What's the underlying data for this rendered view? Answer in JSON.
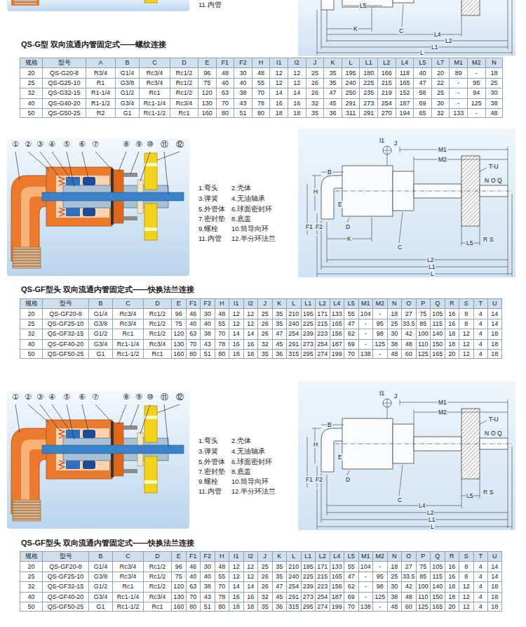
{
  "diagram": {
    "labels": [
      "11.内管",
      "L5",
      "K",
      "C",
      "L4",
      "L2",
      "L1",
      "L",
      "QS-G型 双向流通内管固定式——螺纹连接",
      "规格",
      "型号",
      "A",
      "B",
      "C",
      "D",
      "E",
      "F1",
      "F2",
      "H",
      "I1",
      "I2",
      "J",
      "K",
      "L",
      "L1",
      "L2",
      "L4",
      "L5",
      "L7",
      "M1",
      "M2",
      "N",
      "20",
      "QS-G20-8",
      "R3/4",
      "G1/4",
      "Rc3/4",
      "Rc1/2",
      "96",
      "48",
      "30",
      "48",
      "12",
      "12",
      "25",
      "35",
      "195",
      "180",
      "166",
      "118",
      "40",
      "20",
      "89",
      "-",
      "18",
      "25",
      "QS-G25-10",
      "R1",
      "G3/8",
      "Rc3/4",
      "Rc1/2",
      "75",
      "40",
      "40",
      "55",
      "12",
      "12",
      "26",
      "35",
      "240",
      "225",
      "215",
      "165",
      "47",
      "22",
      "-",
      "95",
      "25",
      "32",
      "QS-G32-15",
      "R1-1/4",
      "G1/2",
      "Rc1",
      "Rc1/2",
      "120",
      "63",
      "38",
      "70",
      "14",
      "14",
      "26",
      "47",
      "250",
      "235",
      "219",
      "152",
      "58",
      "25",
      "-",
      "94",
      "30",
      "40",
      "QS-G40-20",
      "R1-1/2",
      "G3/4",
      "Rc1-1/4",
      "Rc3/4",
      "130",
      "70",
      "43",
      "78",
      "16",
      "16",
      "32",
      "45",
      "291",
      "273",
      "254",
      "187",
      "69",
      "30",
      "-",
      "125",
      "38",
      "50",
      "QS-G50-25",
      "R2",
      "G1",
      "Rc1-1/2",
      "Rc1",
      "160",
      "80",
      "51",
      "80",
      "18",
      "18",
      "35",
      "36",
      "311",
      "291",
      "270",
      "194",
      "65",
      "32",
      "133",
      "-",
      "48",
      "①",
      "②",
      "③",
      "④",
      "⑤",
      "⑥",
      "⑦",
      "⑧",
      "⑨",
      "⑩",
      "⑪",
      "⑫",
      "1.弯头",
      "2.壳体",
      "3.弹簧",
      "4.无油轴承",
      "5.外管体",
      "6.球面密封环",
      "7.密封垫",
      "8.底盖",
      "9.螺栓",
      "10.筒导向环",
      "11.内管",
      "12.半分环法兰",
      "I1",
      "J",
      "M1",
      "M2",
      "T-U",
      "H",
      "B",
      "E",
      "F1",
      "F2",
      "N",
      "O",
      "Q",
      "D",
      "K",
      "C",
      "L5",
      "R",
      "S",
      "L2",
      "L1",
      "L",
      "QS-GF型头 双向流通内管固定式——快换法兰连接",
      "规格",
      "型号",
      "B",
      "C",
      "D",
      "E",
      "F1",
      "F2",
      "H",
      "I1",
      "I2",
      "J",
      "K",
      "L",
      "L1",
      "L2",
      "L4",
      "L5",
      "M1",
      "M2",
      "N",
      "O",
      "P",
      "Q",
      "R",
      "S",
      "T",
      "U",
      "20",
      "QS-GF20-8",
      "G1/4",
      "Rc3/4",
      "Rc1/2",
      "96",
      "46",
      "30",
      "48",
      "12",
      "12",
      "25",
      "35",
      "210",
      "195",
      "171",
      "133",
      "55",
      "104",
      "-",
      "18",
      "27",
      "75",
      "105",
      "16",
      "8",
      "4",
      "14",
      "25",
      "QS-GF25-10",
      "G3/8",
      "Rc3/4",
      "Rc1/2",
      "75",
      "40",
      "40",
      "55",
      "12",
      "12",
      "26",
      "35",
      "240",
      "225",
      "215",
      "165",
      "47",
      "-",
      "95",
      "25",
      "33.5",
      "85",
      "115",
      "16",
      "8",
      "4",
      "14",
      "32",
      "QS-GF32-15",
      "G1/2",
      "Rc1",
      "Rc1/2",
      "120",
      "63",
      "38",
      "70",
      "14",
      "14",
      "26",
      "47",
      "254",
      "239",
      "223",
      "156",
      "62",
      "-",
      "98",
      "30",
      "42",
      "100",
      "140",
      "18",
      "12",
      "4",
      "18",
      "40",
      "QS-GF40-20",
      "G3/4",
      "Rc1-1/4",
      "Rc3/4",
      "130",
      "70",
      "43",
      "78",
      "16",
      "16",
      "32",
      "45",
      "291",
      "273",
      "254",
      "187",
      "69",
      "-",
      "125",
      "38",
      "48",
      "110",
      "150",
      "18",
      "12",
      "4",
      "18",
      "50",
      "QS-GF50-25",
      "G1",
      "Rc1-1/2",
      "Rc1",
      "160",
      "80",
      "51",
      "80",
      "18",
      "18",
      "35",
      "36",
      "315",
      "295",
      "274",
      "199",
      "70",
      "138",
      "-",
      "48",
      "60",
      "125",
      "165",
      "20",
      "12",
      "4",
      "18",
      "①",
      "②",
      "③",
      "④",
      "⑤",
      "⑥",
      "⑦",
      "⑧",
      "⑨",
      "⑩",
      "⑪",
      "⑫",
      "1.弯头",
      "2.壳体",
      "3.弹簧",
      "4.无油轴承",
      "5.外管体",
      "6.球面密封环",
      "7.密封垫",
      "8.底盖",
      "9.螺栓",
      "10.筒导向环",
      "11.内管",
      "12.半分环法兰",
      "I1",
      "J",
      "M1",
      "M2",
      "T-U",
      "H",
      "B",
      "E",
      "F1",
      "F2",
      "N",
      "O",
      "Q",
      "D",
      "C",
      "L4",
      "L5",
      "R",
      "S",
      "L2",
      "L1",
      "L",
      "QS-GF型头 双向流通内管固定式——快换法兰连接",
      "规格",
      "型号",
      "B",
      "C",
      "D",
      "E",
      "F1",
      "F2",
      "H",
      "I1",
      "I2",
      "J",
      "K",
      "L",
      "L1",
      "L2",
      "L4",
      "L5",
      "M1",
      "M2",
      "N",
      "O",
      "P",
      "Q",
      "R",
      "S",
      "T",
      "U",
      "20",
      "QS-GF20-8",
      "G1/4",
      "Rc3/4",
      "Rc1/2",
      "96",
      "46",
      "30",
      "48",
      "12",
      "12",
      "25",
      "35",
      "210",
      "195",
      "171",
      "133",
      "55",
      "104",
      "-",
      "18",
      "27",
      "75",
      "105",
      "16",
      "8",
      "4",
      "14",
      "25",
      "QS-GF25-10",
      "G3/8",
      "Rc3/4",
      "Rc1/2",
      "75",
      "40",
      "40",
      "55",
      "12",
      "12",
      "26",
      "35",
      "240",
      "225",
      "215",
      "165",
      "47",
      "-",
      "95",
      "25",
      "33.5",
      "85",
      "115",
      "16",
      "8",
      "4",
      "14",
      "32",
      "QS-GF32-15",
      "G1/2",
      "Rc1",
      "Rc1/2",
      "120",
      "63",
      "38",
      "70",
      "14",
      "14",
      "26",
      "47",
      "254",
      "239",
      "223",
      "156",
      "62",
      "-",
      "98",
      "30",
      "42",
      "100",
      "140",
      "18",
      "12",
      "4",
      "18",
      "40",
      "QS-GF40-20",
      "G3/4",
      "Rc1-1/4",
      "Rc3/4",
      "130",
      "70",
      "43",
      "78",
      "16",
      "16",
      "32",
      "45",
      "291",
      "273",
      "254",
      "187",
      "69",
      "-",
      "125",
      "38",
      "48",
      "110",
      "150",
      "18",
      "12",
      "4",
      "18",
      "50",
      "QS-GF50-25",
      "G1",
      "Rc1-1/2",
      "Rc1",
      "160",
      "80",
      "51",
      "80",
      "18",
      "18",
      "35",
      "36",
      "315",
      "295",
      "274",
      "199",
      "70",
      "138",
      "-",
      "48",
      "60",
      "125",
      "165",
      "20",
      "12",
      "4",
      "18"
    ]
  }
}
